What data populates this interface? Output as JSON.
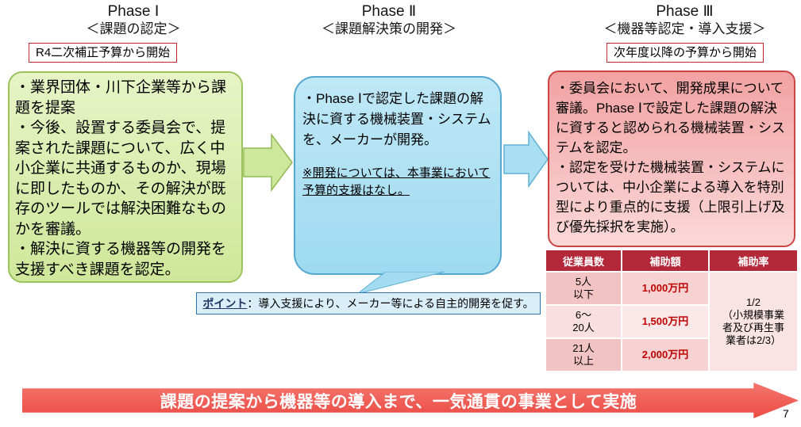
{
  "page": {
    "number": "7"
  },
  "phase1": {
    "title": "Phase Ⅰ",
    "subtitle": "＜課題の認定＞",
    "badge": "R4二次補正予算から開始",
    "bullets": [
      "・業界団体・川下企業等から課題を提案",
      "・今後、設置する委員会で、提案された課題について、広く中小企業に共通するものか、現場に即したものか、その解決が既存のツールでは解決困難なものかを審議。",
      "・解決に資する機器等の開発を支援すべき課題を認定。"
    ]
  },
  "phase2": {
    "title": "Phase Ⅱ",
    "subtitle": "＜課題解決策の開発＞",
    "bullet": "・Phase Ⅰで認定した課題の解決に資する機械装置・システムを、メーカーが開発。",
    "note": "※開発については、本事業において予算的支援はなし。"
  },
  "phase3": {
    "title": "Phase Ⅲ",
    "subtitle": "＜機器等認定・導入支援＞",
    "badge": "次年度以降の予算から開始",
    "bullets": [
      "・委員会において、開発成果について審議。Phase Ⅰで設定した課題の解決に資すると認められる機械装置・システムを認定。",
      "・認定を受けた機械装置・システムについては、中小企業による導入を特別型により重点的に支援（上限引上げ及び優先採択を実施）。"
    ]
  },
  "callout": {
    "label": "ポイント",
    "text": "：導入支援により、メーカー等による自主的開発を促す。"
  },
  "table": {
    "headers": [
      "従業員数",
      "補助額",
      "補助率"
    ],
    "rows": [
      {
        "employees": "5人\n以下",
        "amount": "1,000万円"
      },
      {
        "employees": "6～\n20人",
        "amount": "1,500万円"
      },
      {
        "employees": "21人\n以上",
        "amount": "2,000万円"
      }
    ],
    "rate": "1/2\n（小規模事業\n者及び再生事\n業者は2/3）"
  },
  "banner": {
    "text": "課題の提案から機器等の導入まで、一気通貫の事業として実施"
  },
  "colors": {
    "phase1_green": "#cfe79a",
    "phase2_blue": "#9edaf0",
    "phase3_pink": "#f2a2a2",
    "accent_red": "#c00000",
    "table_header_red": "#b3293a",
    "banner_red": "#eb4b44",
    "callout_border_blue": "#2e75b6"
  }
}
